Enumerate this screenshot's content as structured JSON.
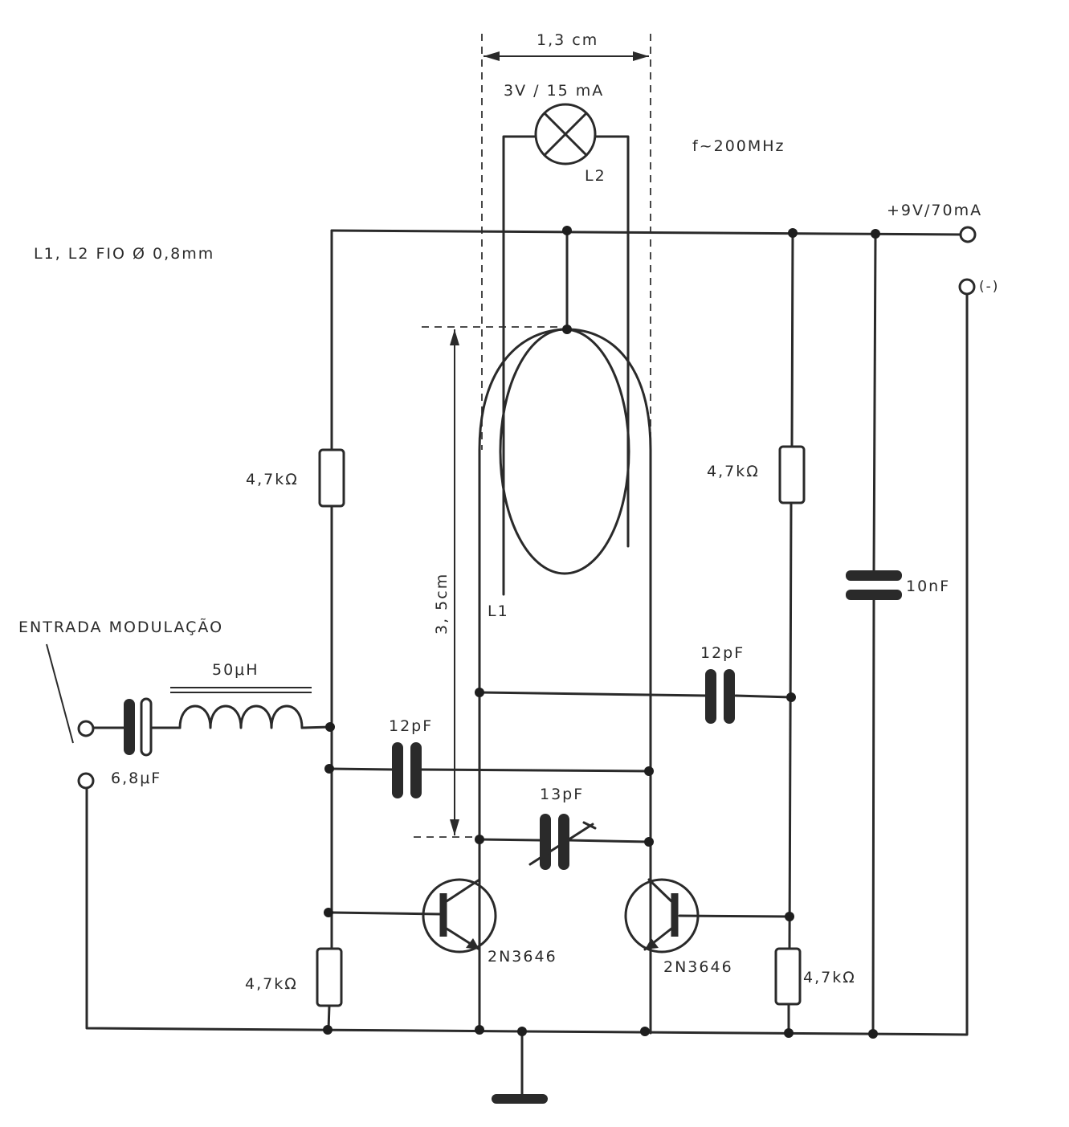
{
  "labels": {
    "width_dim": "1,3 cm",
    "lamp_rating": "3V / 15 mA",
    "frequency": "f~200MHz",
    "coil_l2": "L2",
    "supply_pos": "+9V/70mA",
    "supply_neg": "(-)",
    "wire_note": "L1, L2 FIO Ø 0,8mm",
    "res_top_left": "4,7kΩ",
    "res_top_right": "4,7kΩ",
    "cap_bypass": "10nF",
    "height_dim": "3, 5cm",
    "coil_l1": "L1",
    "input_label": "ENTRADA MODULAÇÃO",
    "choke": "50μH",
    "cap_right": "12pF",
    "cap_left": "12pF",
    "cap_trimmer": "13pF",
    "cap_input": "6,8μF",
    "transistor_left": "2N3646",
    "transistor_right": "2N3646",
    "res_bottom_left": "4,7kΩ",
    "res_bottom_right": "4,7kΩ"
  }
}
